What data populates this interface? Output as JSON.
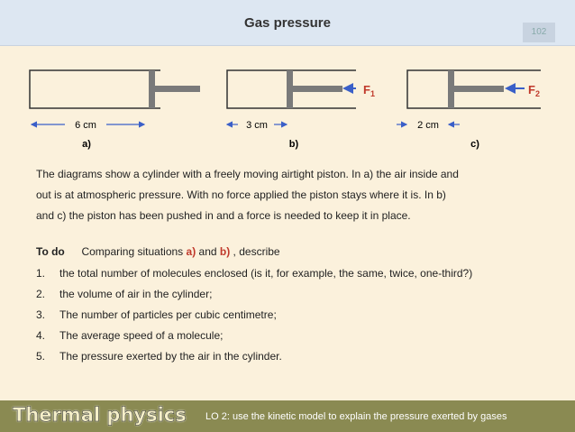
{
  "header": {
    "title": "Gas pressure",
    "slide_number": "102"
  },
  "diagram": {
    "a": {
      "label": "a)",
      "dimension": "6 cm"
    },
    "b": {
      "label": "b)",
      "dimension": "3 cm",
      "force": "F",
      "force_sub": "1"
    },
    "c": {
      "label": "c)",
      "dimension": "2 cm",
      "force": "F",
      "force_sub": "2"
    }
  },
  "intro": [
    "The diagrams show a cylinder with a freely moving airtight piston.  In a) the air inside and",
    "out is at atmospheric pressure.  With no force applied the piston stays where it is.   In b)",
    "and c) the piston has been pushed in and a force is needed to keep it in place."
  ],
  "todo": {
    "label": "To do",
    "text_before": "Comparing situations ",
    "a": "a)",
    "and": " and ",
    "b": "b)",
    "text_after": " , describe"
  },
  "questions": [
    {
      "num": "1.",
      "text": "the total number of molecules enclosed (is it, for example, the same, twice, one-third?)"
    },
    {
      "num": "2.",
      "text": "the volume of air in the cylinder;"
    },
    {
      "num": "3.",
      "text": "The number of particles per cubic centimetre;"
    },
    {
      "num": "4.",
      "text": "The average speed of a molecule;"
    },
    {
      "num": "5.",
      "text": "The pressure exerted by the air in the cylinder."
    }
  ],
  "footer": {
    "brand": "Thermal physics",
    "lo": "LO 2: use the kinetic model to explain the pressure exerted by gases"
  },
  "colors": {
    "arrow": "#3a5fc8",
    "force": "#3a5fc8",
    "piston": "#7a7a7a",
    "highlight": "#c0392b"
  }
}
